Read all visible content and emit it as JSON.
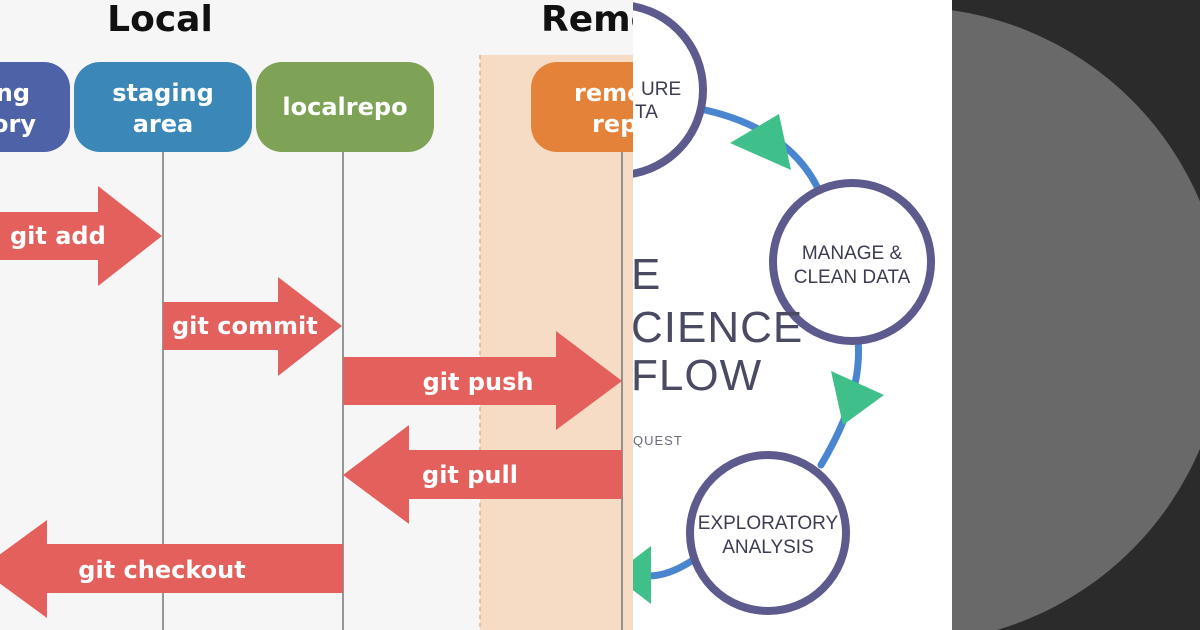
{
  "git": {
    "heading_local": "Local",
    "heading_remote": "Remo",
    "boxes": {
      "working_line1": "ing",
      "working_line2": "ory",
      "staging_line1": "staging",
      "staging_line2": "area",
      "localrepo": "localrepo",
      "remote_line1": "remo",
      "remote_line2": "rep"
    },
    "arrows": {
      "add": "git add",
      "commit": "git commit",
      "push": "git push",
      "pull": "git pull",
      "checkout": "git checkout"
    },
    "colors": {
      "working": "#4e62a8",
      "staging": "#3a87b8",
      "localrepo": "#7ea356",
      "remote": "#e5823a",
      "arrow": "#e4605c",
      "remote_band": "#f6dcc4"
    }
  },
  "workflow": {
    "title_line1": "E",
    "title_line2": "CIENCE",
    "title_line3": "FLOW",
    "subtitle": "QUEST",
    "nodes": {
      "capture_line1": "URE",
      "capture_line2": "TA",
      "manage_line1": "MANAGE &",
      "manage_line2": "CLEAN DATA",
      "explore_line1": "EXPLORATORY",
      "explore_line2": "ANALYSIS"
    },
    "colors": {
      "ring": "#5d5a8e",
      "path": "#4a86cf",
      "triangle": "#3fbf8a"
    }
  }
}
